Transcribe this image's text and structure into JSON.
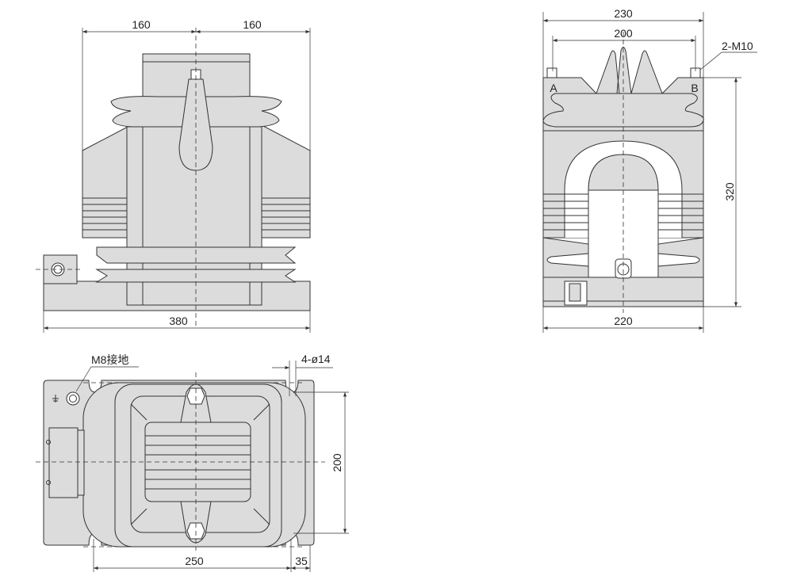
{
  "front_view": {
    "dim_left_half": "160",
    "dim_right_half": "160",
    "dim_base_width": "380"
  },
  "side_view": {
    "dim_outer": "230",
    "dim_terminals": "200",
    "terminal_note": "2-M10",
    "terminal_a": "A",
    "terminal_b": "B",
    "dim_height": "320",
    "dim_base": "220"
  },
  "plan_view": {
    "ground_note": "M8接地",
    "holes_note": "4-ø14",
    "dim_hole_spacing_y": "200",
    "dim_hole_spacing_x": "250",
    "dim_edge": "35"
  },
  "colors": {
    "body_fill": "#dcdcdc",
    "line": "#333333"
  }
}
